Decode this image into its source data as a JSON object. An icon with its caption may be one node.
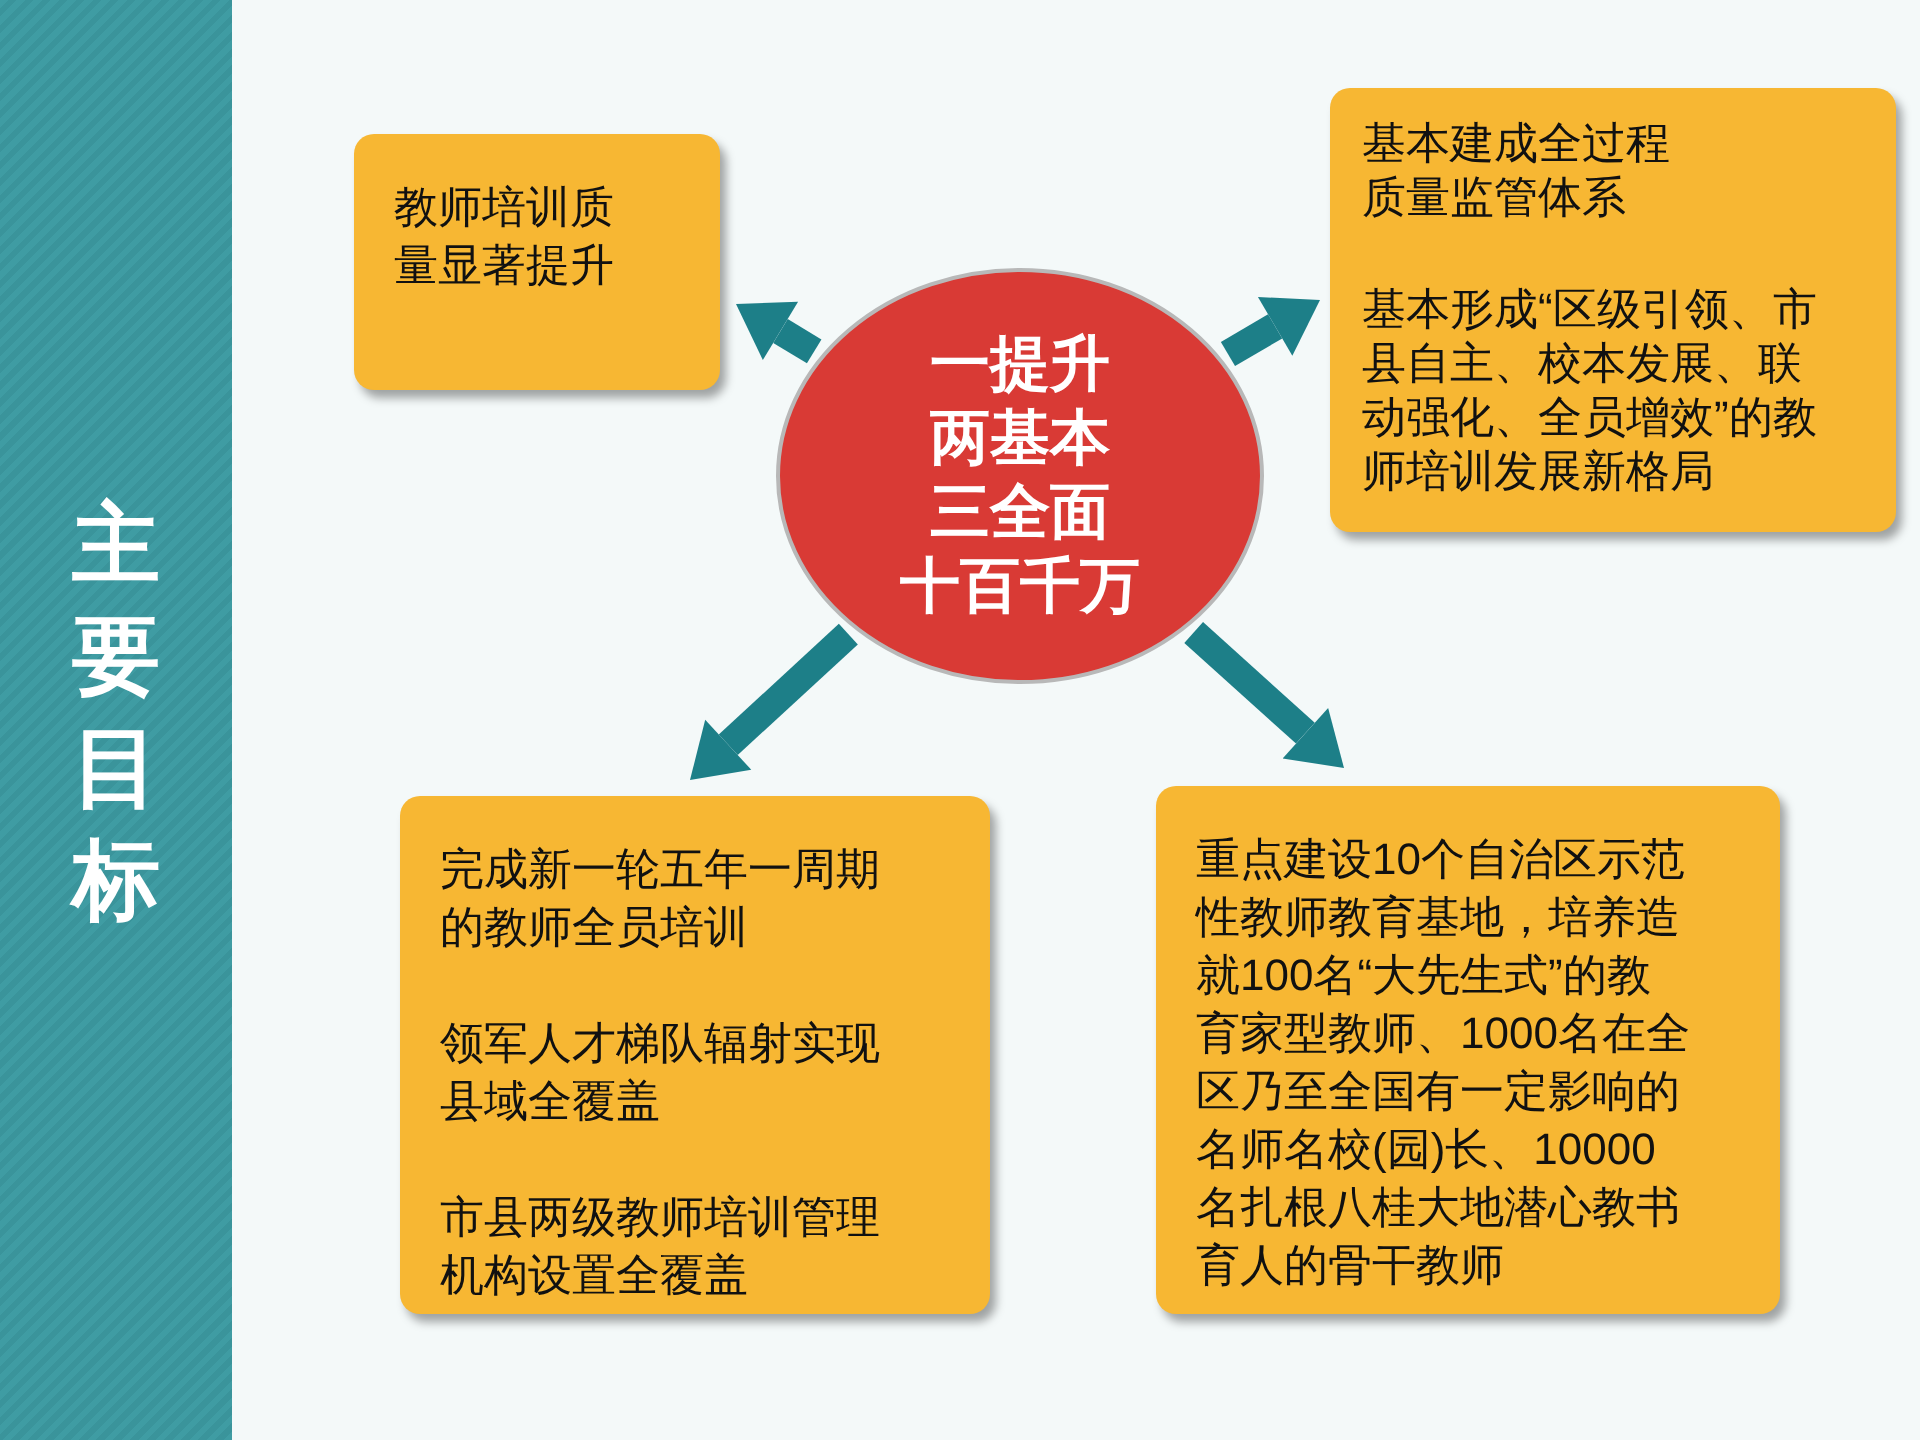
{
  "diagram": {
    "title": "主要目标",
    "nodes": [
      {
        "text": [
          "一提升",
          "两基本",
          "三全面",
          "十百千万"
        ]
      },
      {
        "text": [
          "教师培训质量显著提升"
        ]
      },
      {
        "text": [
          "基本建成全过程质量监管体系",
          "基本形成“区级引领、市县自主、校本发展、联动强化、全员增效”的教师培训发展新格局"
        ]
      },
      {
        "text": [
          "完成新一轮五年一周期的教师全员培训",
          "领军人才梯队辐射实现县域全覆盖",
          "市县两级教师培训管理机构设置全覆盖"
        ]
      },
      {
        "text": [
          "重点建设10个自治区示范性教师教育基地，培养造就100名“大先生式”的教育家型教师、1000名在全区乃至全国有一定影响的名师名校(园)长、10000名扎根八桂大地潜心教书育人的骨干教师"
        ]
      }
    ],
    "edges": [
      {
        "from": 0,
        "to": 1,
        "arrow": "to"
      },
      {
        "from": 0,
        "to": 2,
        "arrow": "to"
      },
      {
        "from": 0,
        "to": 3,
        "arrow": "to"
      },
      {
        "from": 0,
        "to": 4,
        "arrow": "to"
      }
    ]
  }
}
